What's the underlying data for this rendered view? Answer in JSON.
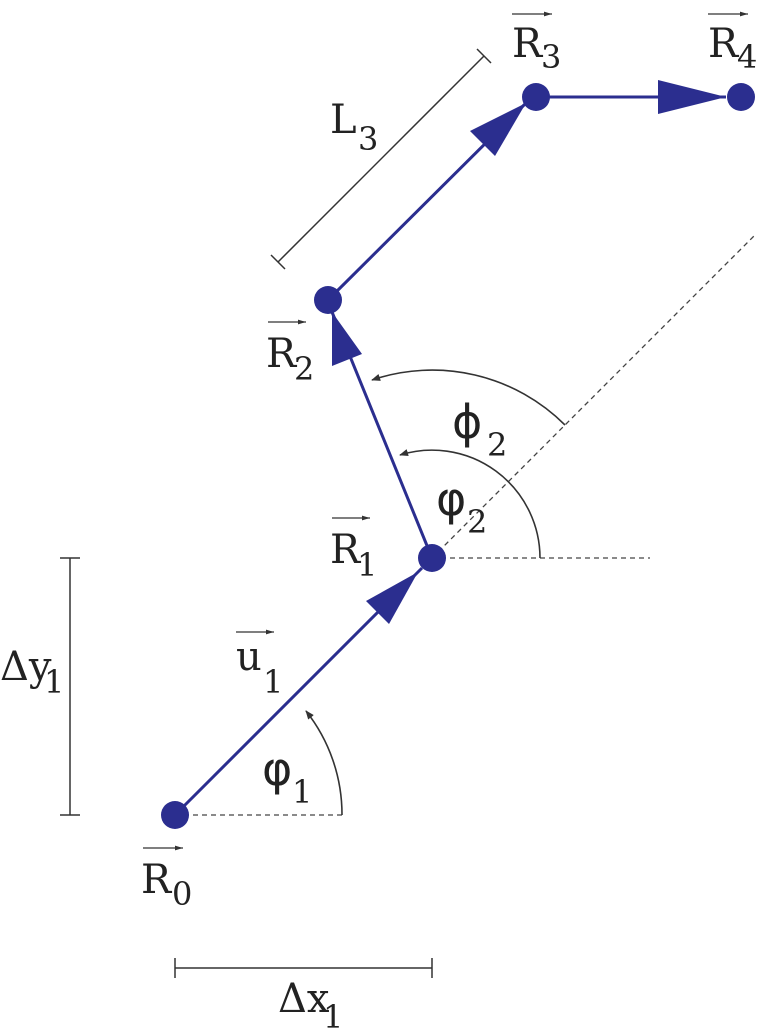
{
  "colors": {
    "chain": "#2B2E8F",
    "annotation": "#333333",
    "dashed": "#444444"
  },
  "points": {
    "r0": {
      "base": "R",
      "sub": "0"
    },
    "r1": {
      "base": "R",
      "sub": "1"
    },
    "r2": {
      "base": "R",
      "sub": "2"
    },
    "r3": {
      "base": "R",
      "sub": "3"
    },
    "r4": {
      "base": "R",
      "sub": "4"
    }
  },
  "vector_u": {
    "base": "u",
    "sub": "1"
  },
  "angles": {
    "phi1": {
      "symbol": "φ",
      "sub": "1"
    },
    "phi2": {
      "symbol": "φ",
      "sub": "2"
    },
    "bigphi2": {
      "symbol": "ϕ",
      "sub": "2"
    }
  },
  "dimensions": {
    "dy1": {
      "base": "Δy",
      "sub": "1"
    },
    "dx1": {
      "base": "Δx",
      "sub": "1"
    },
    "l3": {
      "base": "L",
      "sub": "3"
    }
  }
}
